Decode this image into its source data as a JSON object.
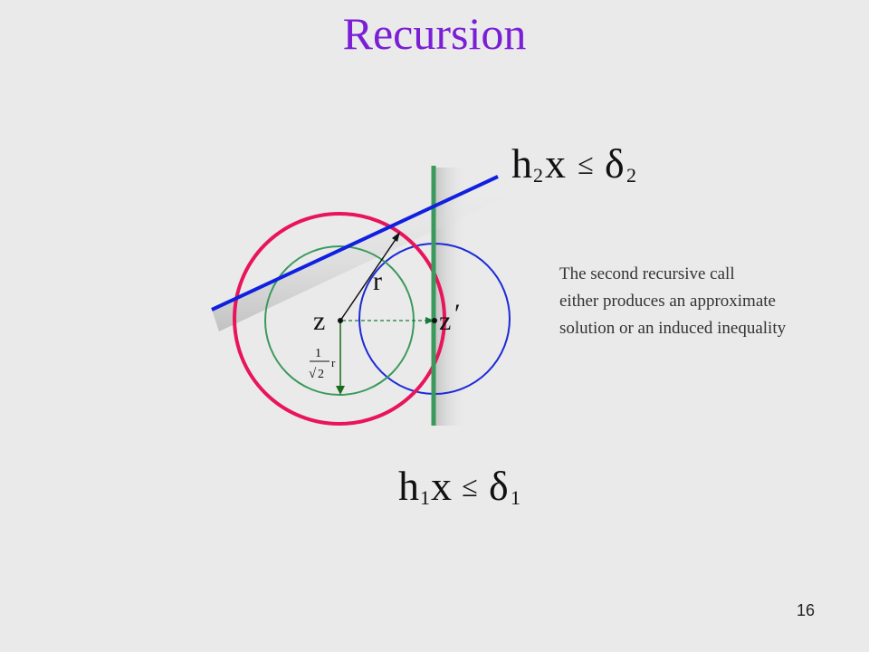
{
  "slide": {
    "title": "Recursion",
    "page_number": "16"
  },
  "caption": {
    "lines": [
      "The second recursive call",
      "either produces an approximate",
      "solution or an induced inequality"
    ]
  },
  "labels": {
    "top_inequality": {
      "h": "h",
      "h_sub": "2",
      "x": "x",
      "leq": "≤",
      "delta": "δ",
      "delta_sub": "2"
    },
    "bottom_inequality": {
      "h": "h",
      "h_sub": "1",
      "x": "x",
      "leq": "≤",
      "delta": "δ",
      "delta_sub": "1"
    },
    "radius": "r",
    "center": "z",
    "center_prime": "z",
    "prime": "′",
    "half_radius": {
      "numerator": "1",
      "sqrt": "√",
      "radicand": "2",
      "r": "r"
    }
  },
  "colors": {
    "title": "#7a1fd6",
    "big_circle": "#e8145c",
    "inner_circle": "#3a9a5c",
    "blue_circle": "#1c2ad8",
    "blue_line": "#1020e0",
    "green_line": "#3a9a5c"
  }
}
